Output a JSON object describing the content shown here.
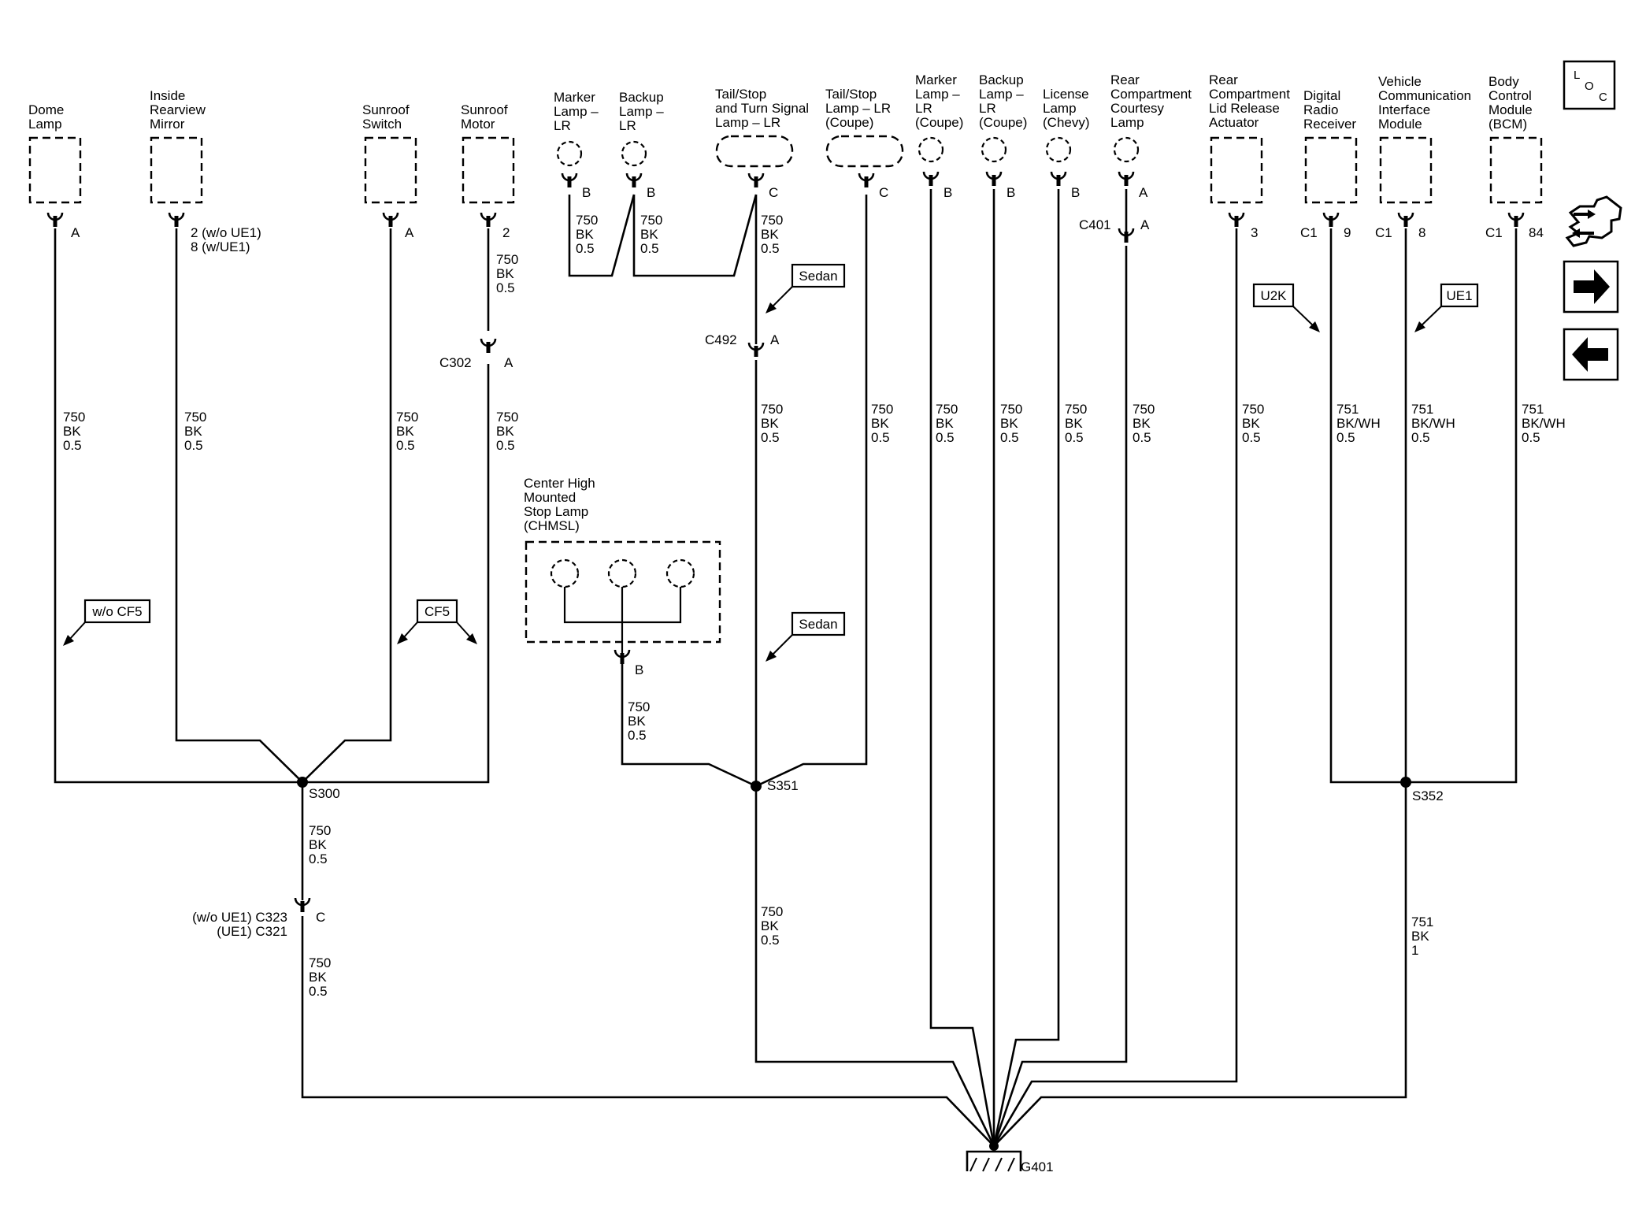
{
  "components": {
    "dome": [
      "Dome",
      "Lamp"
    ],
    "mirror": [
      "Inside",
      "Rearview",
      "Mirror"
    ],
    "sunroof_switch": [
      "Sunroof",
      "Switch"
    ],
    "sunroof_motor": [
      "Sunroof",
      "Motor"
    ],
    "marker_lr": [
      "Marker",
      "Lamp –",
      "LR"
    ],
    "backup_lr": [
      "Backup",
      "Lamp –",
      "LR"
    ],
    "tail_turn_lr": [
      "Tail/Stop",
      "and Turn Signal",
      "Lamp – LR"
    ],
    "tail_coupe": [
      "Tail/Stop",
      "Lamp – LR",
      "(Coupe)"
    ],
    "marker_coupe": [
      "Marker",
      "Lamp –",
      "LR",
      "(Coupe)"
    ],
    "backup_coupe": [
      "Backup",
      "Lamp –",
      "LR",
      "(Coupe)"
    ],
    "license": [
      "License",
      "Lamp",
      "(Chevy)"
    ],
    "courtesy": [
      "Rear",
      "Compartment",
      "Courtesy",
      "Lamp"
    ],
    "lid_actuator": [
      "Rear",
      "Compartment",
      "Lid Release",
      "Actuator"
    ],
    "radio": [
      "Digital",
      "Radio",
      "Receiver"
    ],
    "vcim": [
      "Vehicle",
      "Communication",
      "Interface",
      "Module"
    ],
    "bcm": [
      "Body",
      "Control",
      "Module",
      "(BCM)"
    ],
    "chmsl": [
      "Center High",
      "Mounted",
      "Stop Lamp",
      "(CHMSL)"
    ]
  },
  "pins": {
    "dome": "A",
    "mirror": [
      "2 (w/o UE1)",
      "8 (w/UE1)"
    ],
    "sunroof_switch": "A",
    "sunroof_motor": "2",
    "marker_lr": "B",
    "backup_lr": "B",
    "tail_turn_lr": "C",
    "tail_coupe": "C",
    "marker_coupe": "B",
    "backup_coupe": "B",
    "license": "B",
    "courtesy": "A",
    "lid_actuator": "3",
    "radio_conn": "C1",
    "radio_pin": "9",
    "vcim_conn": "C1",
    "vcim_pin": "8",
    "bcm_conn": "C1",
    "bcm_pin": "84",
    "chmsl": "B"
  },
  "connectors": {
    "c302": "C302",
    "c302_pin": "A",
    "c492": "C492",
    "c492_pin": "A",
    "c401": "C401",
    "c401_pin": "A",
    "c323": "(w/o UE1) C323",
    "c321": "(UE1) C321",
    "c323_pin": "C"
  },
  "wire_spec": {
    "bk": [
      "750",
      "BK",
      "0.5"
    ],
    "bkwh": [
      "751",
      "BK/WH",
      "0.5"
    ],
    "main_bcm": [
      "751",
      "BK",
      "1"
    ]
  },
  "splices": {
    "s300": "S300",
    "s351": "S351",
    "s352": "S352"
  },
  "ground": "G401",
  "options": {
    "wo_cf5": "w/o CF5",
    "cf5": "CF5",
    "sedan": "Sedan",
    "u2k": "U2K",
    "ue1": "UE1"
  },
  "nav": {
    "loc": [
      "L",
      "O",
      "C"
    ],
    "connector_icon": "connector-icon",
    "next_icon": "arrow-right-icon",
    "prev_icon": "arrow-left-icon"
  }
}
